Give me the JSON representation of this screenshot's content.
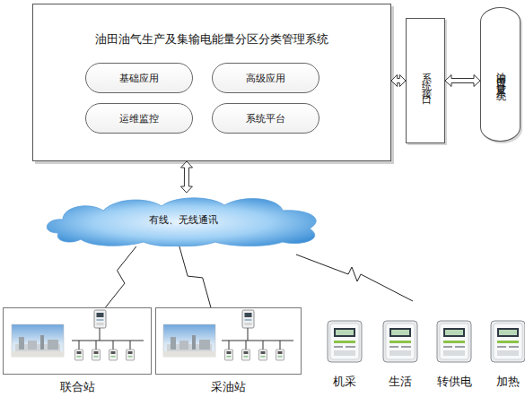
{
  "diagram": {
    "nodes": [
      {
        "text": [
          "油田油气生产及集输电能量分区分类管理系统"
        ]
      },
      {
        "text": [
          "基础应用"
        ],
        "in": 0
      },
      {
        "text": [
          "高级应用"
        ],
        "in": 0
      },
      {
        "text": [
          "运维监控"
        ],
        "in": 0
      },
      {
        "text": [
          "系统平台"
        ],
        "in": 0
      },
      {
        "text": [
          "系统接口"
        ]
      },
      {
        "text": [
          "油田关口计量系统"
        ]
      },
      {
        "text": [
          "有线、无线通讯"
        ]
      },
      {
        "text": [
          "联合站"
        ]
      },
      {
        "text": [
          "采油站"
        ]
      },
      {
        "text": [
          "机采"
        ]
      },
      {
        "text": [
          "生活"
        ]
      },
      {
        "text": [
          "转供电"
        ]
      },
      {
        "text": [
          "加热"
        ]
      }
    ],
    "edges": [
      {
        "from": 0,
        "to": 5,
        "arrow": "both"
      },
      {
        "from": 5,
        "to": 6,
        "arrow": "both"
      },
      {
        "from": 0,
        "to": 7,
        "arrow": "both"
      },
      {
        "from": 7,
        "to": 8,
        "arrow": "none"
      },
      {
        "from": 7,
        "to": 9,
        "arrow": "none"
      }
    ]
  }
}
